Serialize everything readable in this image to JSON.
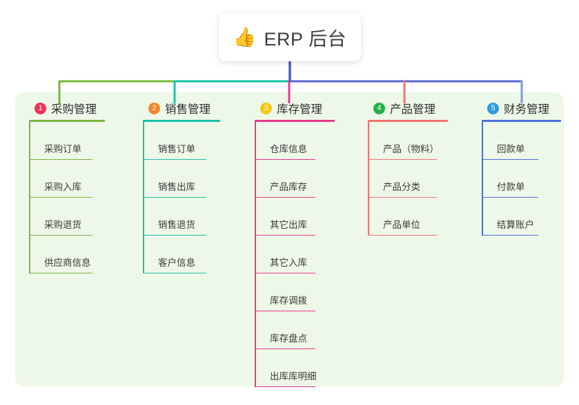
{
  "root": {
    "icon": "thumbs-up-emoji",
    "emoji": "👍",
    "title": "ERP 后台"
  },
  "palette": {
    "panel_bg": "#eef8e8",
    "page_bg": "#ffffff",
    "root_stem": "#4a57c4",
    "bus_green": "#76b938",
    "bus_teal": "#12bfa0",
    "bus_blue": "#5a63cf",
    "text": "#3a3a3a"
  },
  "columns": [
    {
      "index": "1",
      "title": "采购管理",
      "badge_color": "#f0325a",
      "line_color": "#7cb342",
      "drop_color": "#7cb342",
      "items": [
        "采购订单",
        "采购入库",
        "采购退货",
        "供应商信息"
      ]
    },
    {
      "index": "2",
      "title": "销售管理",
      "badge_color": "#f5852a",
      "line_color": "#17c3a8",
      "drop_color": "#17c3a8",
      "items": [
        "销售订单",
        "销售出库",
        "销售退货",
        "客户信息"
      ]
    },
    {
      "index": "3",
      "title": "库存管理",
      "badge_color": "#f5c518",
      "line_color": "#e8368f",
      "drop_color": "#e8368f",
      "items": [
        "仓库信息",
        "产品库存",
        "其它出库",
        "其它入库",
        "库存调拨",
        "库存盘点",
        "出库库明细"
      ]
    },
    {
      "index": "4",
      "title": "产品管理",
      "badge_color": "#22b14c",
      "line_color": "#f4706e",
      "drop_color": "#f4706e",
      "items": [
        "产品（物料）",
        "产品分类",
        "产品单位"
      ]
    },
    {
      "index": "5",
      "title": "财务管理",
      "badge_color": "#2e9ae0",
      "line_color": "#4a6fd6",
      "drop_color": "#7f9ae0",
      "items": [
        "回款单",
        "付款单",
        "结算账户"
      ]
    }
  ]
}
